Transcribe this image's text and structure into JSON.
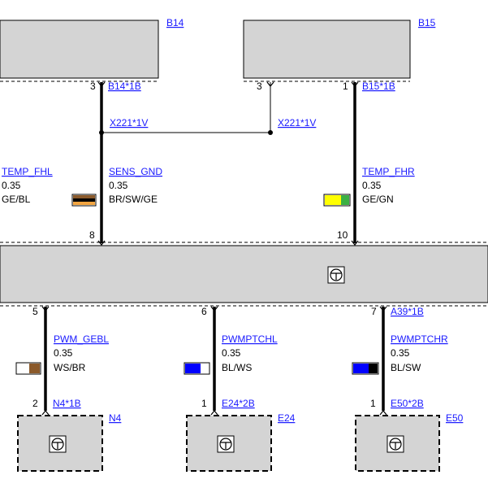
{
  "colors": {
    "box_fill": "#d4d4d4",
    "wire": "#000000",
    "link": "#1a1aff",
    "brown": "#8b5a2b",
    "orange": "#f2a541",
    "yellow": "#ffff00",
    "green": "#3cb043",
    "blue": "#0000ff",
    "white": "#ffffff",
    "black": "#000000"
  },
  "components": {
    "b14": {
      "label": "B14"
    },
    "b15": {
      "label": "B15"
    },
    "n4": {
      "label": "N4"
    },
    "e24": {
      "label": "E24"
    },
    "e50": {
      "label": "E50"
    }
  },
  "connectors": {
    "b14_pin": "3",
    "b14_conn": "B14*1B",
    "b15_left_pin": "3",
    "b15_pin": "1",
    "b15_conn": "B15*1B",
    "x221_left": "X221*1V",
    "x221_right": "X221*1V",
    "main_pin_left": "8",
    "main_pin_right": "10",
    "main_pin_5": "5",
    "main_pin_6": "6",
    "main_pin_7": "7",
    "a39_conn": "A39*1B",
    "n4_pin": "2",
    "n4_conn": "N4*1B",
    "e24_pin": "1",
    "e24_conn": "E24*2B",
    "e50_pin": "1",
    "e50_conn": "E50*2B"
  },
  "wires": {
    "temp_fhl": {
      "signal": "TEMP_FHL",
      "gauge": "0.35",
      "color": "GE/BL"
    },
    "sens_gnd": {
      "signal": "SENS_GND",
      "gauge": "0.35",
      "color": "BR/SW/GE"
    },
    "temp_fhr": {
      "signal": "TEMP_FHR",
      "gauge": "0.35",
      "color": "GE/GN"
    },
    "pwm_gebl": {
      "signal": "PWM_GEBL",
      "gauge": "0.35",
      "color": "WS/BR"
    },
    "pwmptchl": {
      "signal": "PWMPTCHL",
      "gauge": "0.35",
      "color": "BL/WS"
    },
    "pwmptchr": {
      "signal": "PWMPTCHR",
      "gauge": "0.35",
      "color": "BL/SW"
    }
  },
  "icons": {
    "main_module": "control-unit-icon",
    "n4": "control-unit-icon",
    "e24": "control-unit-icon",
    "e50": "control-unit-icon"
  }
}
